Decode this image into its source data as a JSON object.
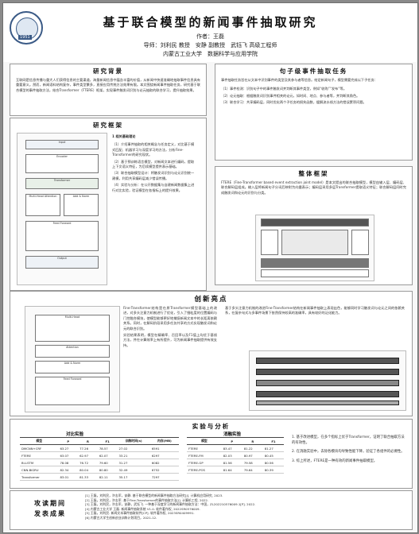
{
  "header": {
    "title": "基于联合模型的新闻事件抽取研究",
    "author": "作者：王磊",
    "advisors": "导师：刘利民 教授　安静 副教授　武钰飞 高级工程师",
    "institution": "内蒙古工业大学　数据科学与应用学院",
    "logo_year": "1951"
  },
  "sections": {
    "background": {
      "title": "研究背景",
      "text": "互联网是信息传播与重大人们获得信息的主要渠道，海量新闻信息中蕴含丰富的价值，从新闻中快速准确地抽取事件信息具有重要意义。然而，新闻语料结构复杂，事件类型繁多，直接应用传统方法效果有限。本文围绕新闻事件抽取任务，研究基于联合模型的事件抽取方法，结合Transformer（FTERE）框架，实现事件触发词识别与论元抽取的联合学习，提升抽取效果。"
    },
    "framework": {
      "title": "研究框架",
      "intro": "1 相关基础理论",
      "items": [
        "（1）介绍事件抽取的相关概念与任务定义，对比基于模式匹配、机器学习与深度学习的方法，分析Fine-Transformer的研究现状。",
        "（2）基于预训练语言模型，对新闻文本进行编码，提取上下文语义特征，为后续模型提供表示基础。",
        "（3）联合抽取模型设计：将触发词识别与论元识别统一建模，利用共享编码层减少错误传播。",
        "（4）实验与分析：在公开数据集与自建新闻数据集上进行对比实验，验证模型在各指标上的提升效果。"
      ]
    },
    "sentence_level": {
      "title": "句子级事件抽取任务",
      "text": "事件抽取任务旨在从文本中识别事件的类型及其参与者等信息。给定新闻句子，模型需要完成以下子任务：",
      "items": [
        "（1）事件检测：识别句子中的事件触发词并判断其事件类型，例如“收购”“发布”等。",
        "（2）论元抽取：根据触发词识别事件相关的论元，如时间、地点、参与者等，并判断其角色。",
        "（3）联合学习：共享编码层，同时优化两个子任务的损失函数，缓解流水线方法的错误累积问题。"
      ]
    },
    "overall": {
      "title": "整体框架",
      "text": "FTERE（Fine-Transformer based event extraction joint model）是本文提出的联合抽取模型，模型由输入层、编码层、联合解码层组成。输入层将新闻句子分词后映射为向量表示；编码层采用多层Transformer提取语义特征；联合解码层同时完成触发词和论元的识别与分类。"
    },
    "innovation": {
      "title": "创新亮点",
      "text1": "Fine-Transformer结构是在原Transformer模型基础上的改进，对多头注意力机制进行了优化，引入了细粒度的位置编码与门控融合模块，使模型能够更好地捕捉新闻文本中的长距离依赖关系。同时，在解码阶段采用多任务共享的方式实现触发词和论元的联合识别。",
      "text2": "实验结果表明，模型在精确率、召回率以及F1值上均优于基线方法，并在计算效率上有所提升，可为新闻事件抽取提供有效支持。",
      "right_text": "基于多头注意力机制的改进Fine-Transformer结构在新闻事件抽取上表现出色，能够同时学习触发词与论元之间的依赖关系，在复杂句式与多事件场景下依然保持较高的准确率，具有较好的泛化能力。"
    },
    "conclusion": {
      "title": "实验与分析",
      "table1_caption": "对比实验",
      "table1_headers": [
        "模型",
        "P",
        "R",
        "F1",
        "训练时间(s)",
        "内存(MB)"
      ],
      "table1_rows": [
        [
          "DMCNN+CRF",
          "63.27",
          "77.26",
          "78.57",
          "27.02",
          "6591"
        ],
        [
          "FTERE",
          "63.07",
          "62.97",
          "62.07",
          "33.21",
          "6297"
        ],
        [
          "Bi-LSTM",
          "78.08",
          "76.72",
          "79.60",
          "31.27",
          "6082"
        ],
        [
          "CNN-BiGRU",
          "82.34",
          "80.04",
          "80.80",
          "32.49",
          "6752"
        ],
        [
          "Transformer",
          "83.01",
          "81.33",
          "82.11",
          "35.17",
          "7297"
        ]
      ],
      "table2_caption": "消融实验",
      "table2_headers": [
        "模型",
        "P",
        "R",
        "F1"
      ],
      "table2_rows": [
        [
          "FTERE",
          "83.47",
          "81.22",
          "81.27"
        ],
        [
          "FTERE-FM",
          "82.03",
          "80.97",
          "80.45"
        ],
        [
          "FTERE-GP",
          "81.56",
          "79.58",
          "80.56"
        ],
        [
          "FTERE-POS",
          "81.64",
          "79.64",
          "80.39"
        ]
      ],
      "items": [
        "1. 基于改进模型，在多个指标上优于Transformer，证明了联合抽取方法的有效性。",
        "2. 在消融实验中，去除各模块均导致性能下降，验证了各组件的必要性。",
        "3. 综上所述，FTERE是一种有效的新闻事件抽取模型。"
      ]
    },
    "references": {
      "label_line1": "攻读期间",
      "label_line2": "发表成果",
      "items": [
        "[1] 王磊，刘利民，许志军，安静. 基于联合模型的新闻事件抽取方法研究[J]. 计算机应用研究, 2023.",
        "[2] 王磊，刘利民，许志军. 基于Fine-Transformer的事件抽取方法[J]. 计算机工程, 2022.",
        "[3] 王磊，刘利民，许志军，安静，武钰飞. 一种基于深度学习的新闻事件抽取方法：中国，ZL202210576009.1[P]. 2022.",
        "[4] 内蒙古工业大学 王磊. 新闻事件抽取系统 V1.0. 软件著作权, 2022SR0576009.",
        "[5] 王磊，刘利民. 新闻文本事件抽取软件[CP]. 软件著作权, 2023SR0409991.",
        "[6] 内蒙古大学生创新创业训练计划项目，2021-12."
      ]
    }
  },
  "figures": {
    "framework_fig_labels": [
      "Input",
      "Encoder",
      "Transformer",
      "Multi-Head Attention",
      "Add & Norm",
      "Feed Forward",
      "Output"
    ],
    "innovation_fig_labels": [
      "Multi-Head",
      "Attention",
      "Add & Norm",
      "Feed Forward"
    ]
  }
}
